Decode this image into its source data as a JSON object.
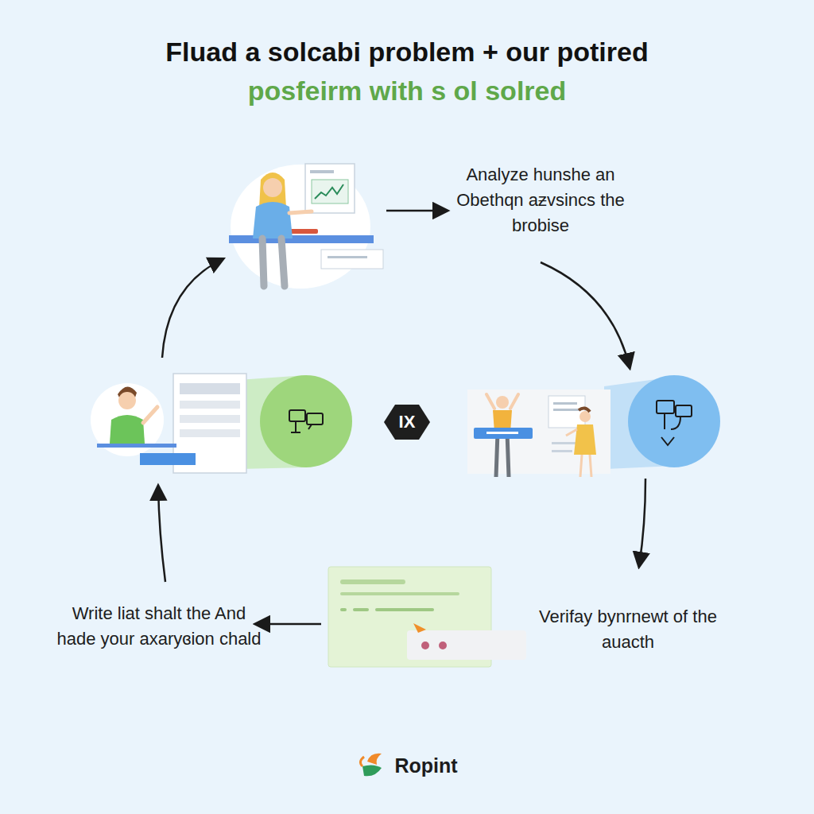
{
  "diagram": {
    "title": "Fluad a solcabi problem + our potired",
    "nodes": [
      {
        "text": [
          "IX"
        ]
      }
    ],
    "labels": [
      "posfeirm with s ol solred",
      "Analyze hunshe an Obethqn aƶvsincs the brobise",
      "Verifay bynrnewt of the auacth",
      "Write liat shalt the And hade your axaryɞion chald",
      "Ropint"
    ]
  }
}
